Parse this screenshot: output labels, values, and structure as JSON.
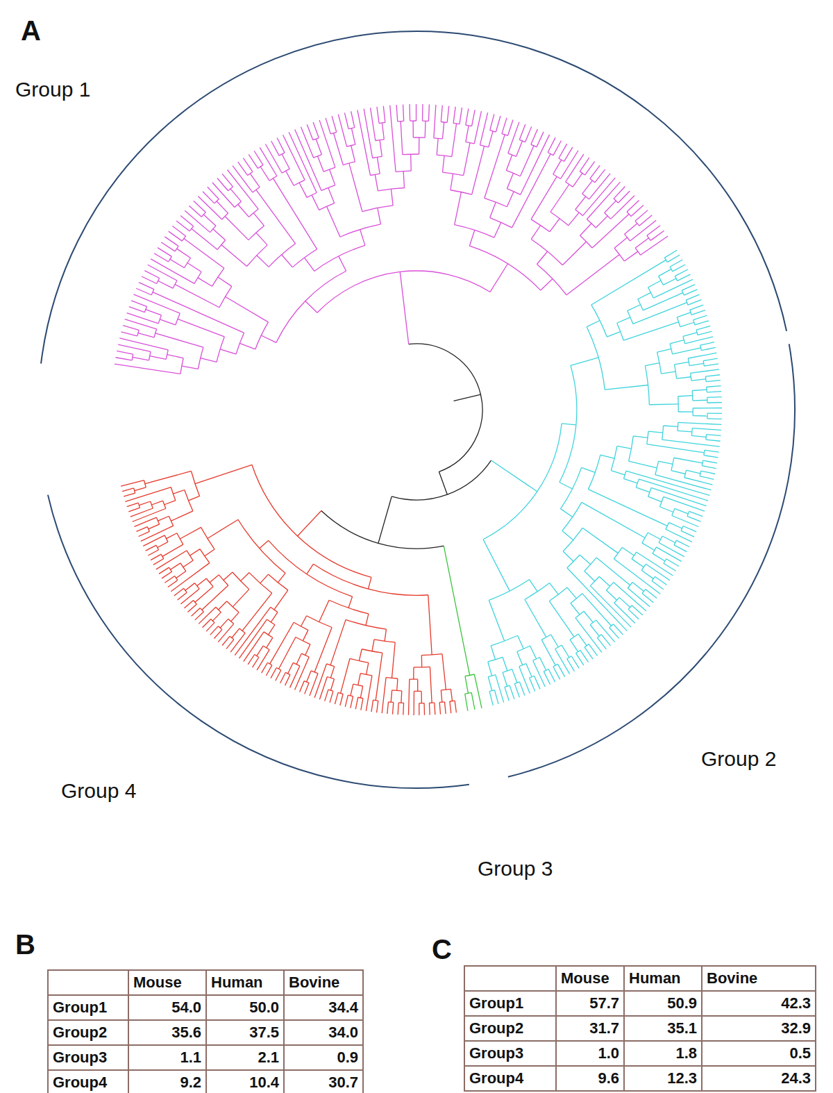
{
  "diagram": {
    "labels": [
      "A",
      "Group 1",
      "Group 2",
      "Group 3",
      "Group 4",
      "B",
      "Mouse",
      "Human",
      "Bovine",
      "Group1",
      "54.0",
      "50.0",
      "34.4",
      "Group2",
      "35.6",
      "37.5",
      "34.0",
      "Group3",
      "1.1",
      "2.1",
      "0.9",
      "Group4",
      "9.2",
      "10.4",
      "30.7",
      "C",
      "Mouse",
      "Human",
      "Bovine",
      "Group1",
      "57.7",
      "50.9",
      "42.3",
      "Group2",
      "31.7",
      "35.1",
      "32.9",
      "Group3",
      "1.0",
      "1.8",
      "0.5",
      "Group4",
      "9.6",
      "12.3",
      "24.3"
    ]
  }
}
